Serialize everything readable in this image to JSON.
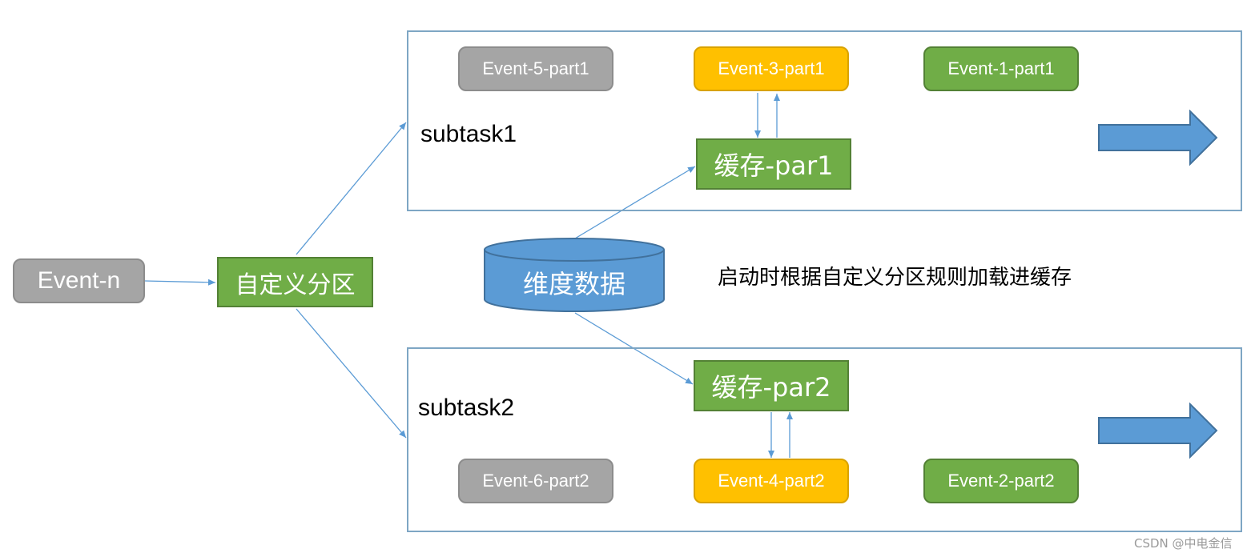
{
  "source": {
    "label": "Event-n"
  },
  "partitioner": {
    "label": "自定义分区"
  },
  "database": {
    "label": "维度数据"
  },
  "note": {
    "text": "启动时根据自定义分区规则加载进缓存"
  },
  "subtask1": {
    "label": "subtask1",
    "cache": "缓存-par1",
    "events": [
      "Event-5-part1",
      "Event-3-part1",
      "Event-1-part1"
    ]
  },
  "subtask2": {
    "label": "subtask2",
    "cache": "缓存-par2",
    "events": [
      "Event-6-part2",
      "Event-4-part2",
      "Event-2-part2"
    ]
  },
  "watermark": {
    "text": "CSDN @中电金信"
  },
  "colors": {
    "gray": "#a5a5a5",
    "green": "#70ad47",
    "yellow": "#ffc000",
    "blue": "#5b9bd5",
    "panel_border": "#7ea6c4",
    "connector": "#5b9bd5"
  }
}
